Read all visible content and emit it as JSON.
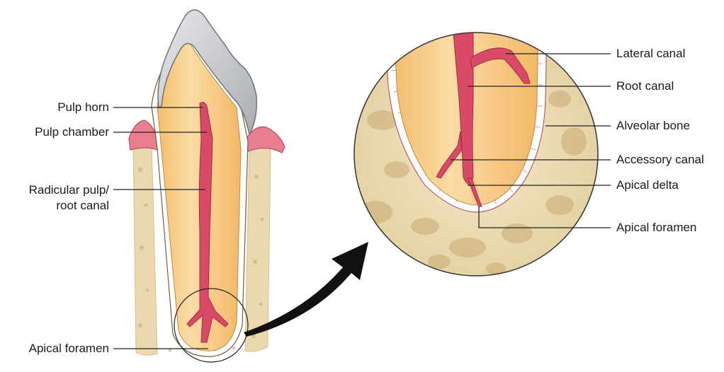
{
  "left_labels": {
    "pulp_horn": "Pulp horn",
    "pulp_chamber": "Pulp chamber",
    "radicular_pulp_line1": "Radicular pulp/",
    "radicular_pulp_line2": "root canal",
    "apical_foramen": "Apical foramen"
  },
  "right_labels": {
    "lateral_canal": "Lateral canal",
    "root_canal": "Root canal",
    "alveolar_bone": "Alveolar bone",
    "accessory_canal": "Accessory canal",
    "apical_delta": "Apical delta",
    "apical_foramen": "Apical foramen"
  },
  "colors": {
    "dentin": "#f6c983",
    "dentin_light": "#fbe2b5",
    "pulp": "#d94a66",
    "enamel": "#c9cbce",
    "bone": "#eadbb6",
    "bone_spot": "#c8a971",
    "gum": "#e87e8e",
    "line": "#222222"
  }
}
